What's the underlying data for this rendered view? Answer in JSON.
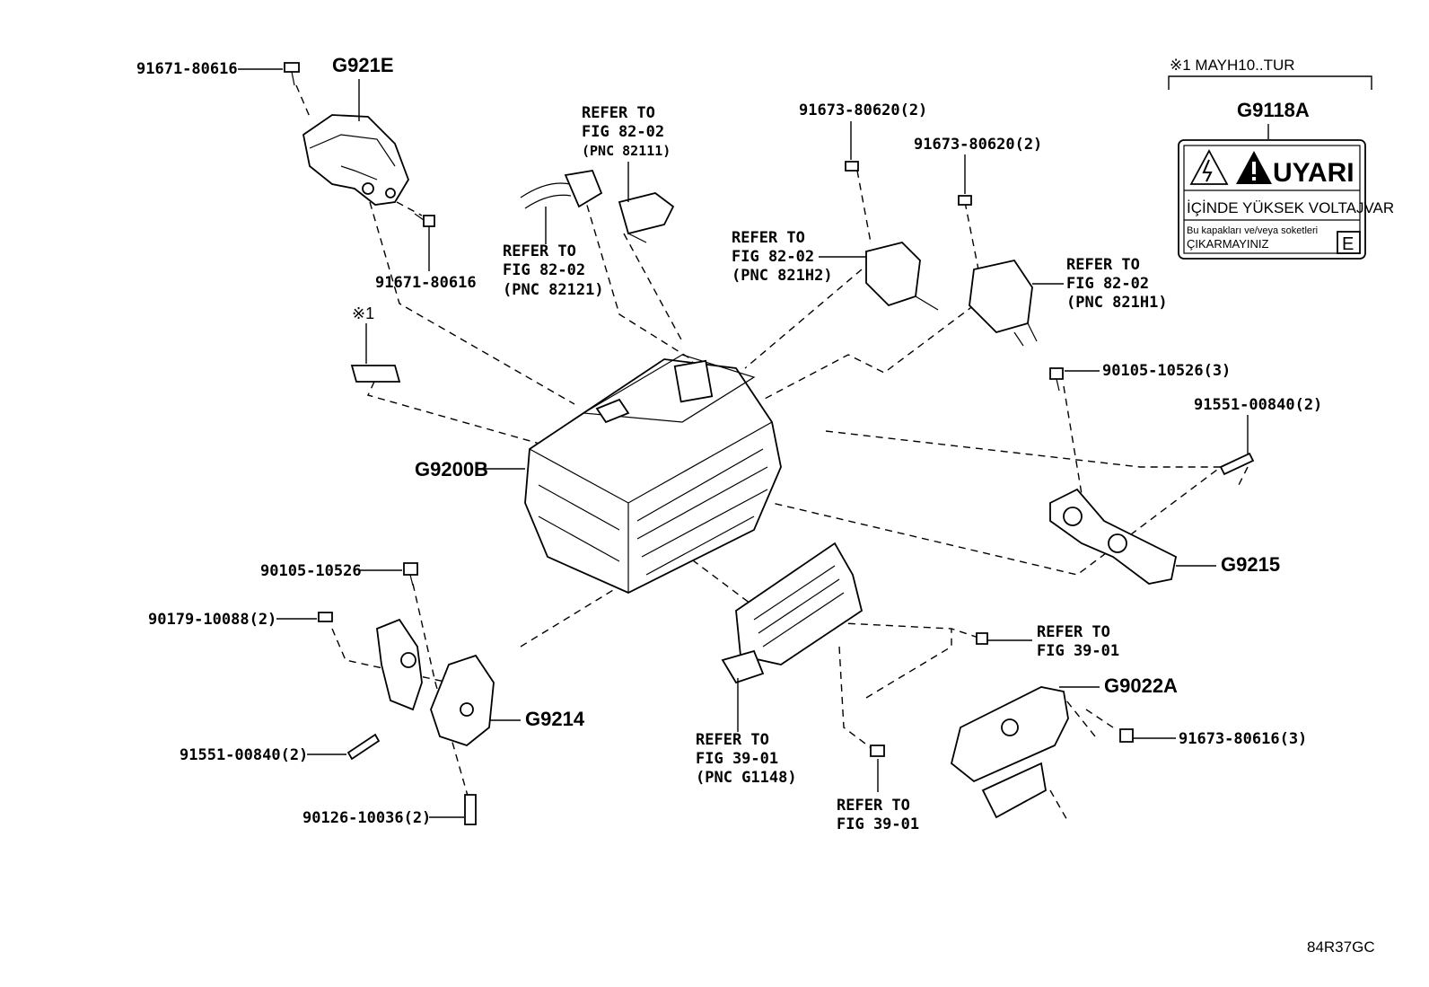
{
  "diagram_code": "84R37GC",
  "note_legend": "※1 MAYH10..TUR",
  "note_mark": "※1",
  "warning_label": {
    "part_no": "G9118A",
    "title": "UYARI",
    "line1": "İÇİNDE YÜKSEK VOLTAJVAR",
    "line2": "Bu kapakları ve/veya soketleri",
    "line3": "ÇIKARMAYINIZ",
    "corner": "E"
  },
  "parts": {
    "cover_top": "G921E",
    "inverter": "G9200B",
    "bracket_right": "G9215",
    "bracket_left": "G9214",
    "lower_cover": "G9022A"
  },
  "fasteners": {
    "bolt_top_left": "91671-80616",
    "bolt_cover": "91671-80616",
    "bolt_mid_1": "91673-80620(2)",
    "bolt_mid_2": "91673-80620(2)",
    "bolt_right_1": "90105-10526(3)",
    "bolt_right_2": "91551-00840(2)",
    "bolt_left_1": "90105-10526",
    "nut_left": "90179-10088(2)",
    "bolt_left_2": "91551-00840(2)",
    "stud_left": "90126-10036(2)",
    "bolt_lower": "91673-80616(3)"
  },
  "references": {
    "ref_82111": [
      "REFER TO",
      "FIG 82-02",
      "(PNC 82111)"
    ],
    "ref_82121": [
      "REFER TO",
      "FIG 82-02",
      "(PNC 82121)"
    ],
    "ref_821H2": [
      "REFER TO",
      "FIG 82-02",
      "(PNC 821H2)"
    ],
    "ref_821H1": [
      "REFER TO",
      "FIG 82-02",
      "(PNC 821H1)"
    ],
    "ref_39_right": [
      "REFER TO",
      "FIG 39-01"
    ],
    "ref_G1148": [
      "REFER TO",
      "FIG 39-01",
      "(PNC G1148)"
    ],
    "ref_39_bottom": [
      "REFER TO",
      "FIG 39-01"
    ]
  }
}
